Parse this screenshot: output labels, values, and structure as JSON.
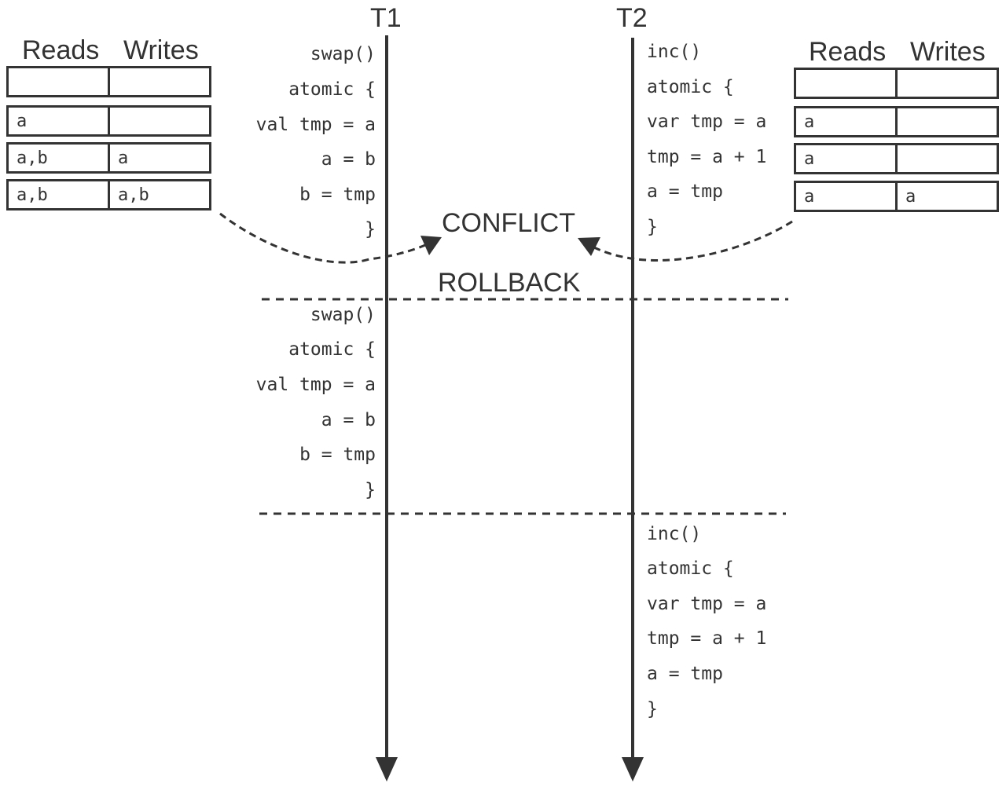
{
  "threads": {
    "t1": {
      "title": "T1"
    },
    "t2": {
      "title": "T2"
    }
  },
  "rw_tables": {
    "left": {
      "headers": {
        "reads": "Reads",
        "writes": "Writes"
      },
      "rows": [
        {
          "reads": "",
          "writes": ""
        },
        {
          "reads": "a",
          "writes": ""
        },
        {
          "reads": "a,b",
          "writes": "a"
        },
        {
          "reads": "a,b",
          "writes": "a,b"
        }
      ]
    },
    "right": {
      "headers": {
        "reads": "Reads",
        "writes": "Writes"
      },
      "rows": [
        {
          "reads": "",
          "writes": ""
        },
        {
          "reads": "a",
          "writes": ""
        },
        {
          "reads": "a",
          "writes": ""
        },
        {
          "reads": "a",
          "writes": "a"
        }
      ]
    }
  },
  "code": {
    "t1_first": [
      "swap()",
      "atomic {",
      "val tmp = a",
      "a = b",
      "b = tmp",
      "}"
    ],
    "t2_first": [
      "inc()",
      "atomic {",
      "var tmp = a",
      "tmp = a + 1",
      "a = tmp",
      "}"
    ],
    "t1_retry": [
      "swap()",
      "atomic {",
      "val tmp = a",
      "a = b",
      "b = tmp",
      "}"
    ],
    "t2_second": [
      "inc()",
      "atomic {",
      "var tmp = a",
      "tmp = a + 1",
      "a = tmp",
      "}"
    ]
  },
  "labels": {
    "conflict": "CONFLICT",
    "rollback": "ROLLBACK"
  }
}
